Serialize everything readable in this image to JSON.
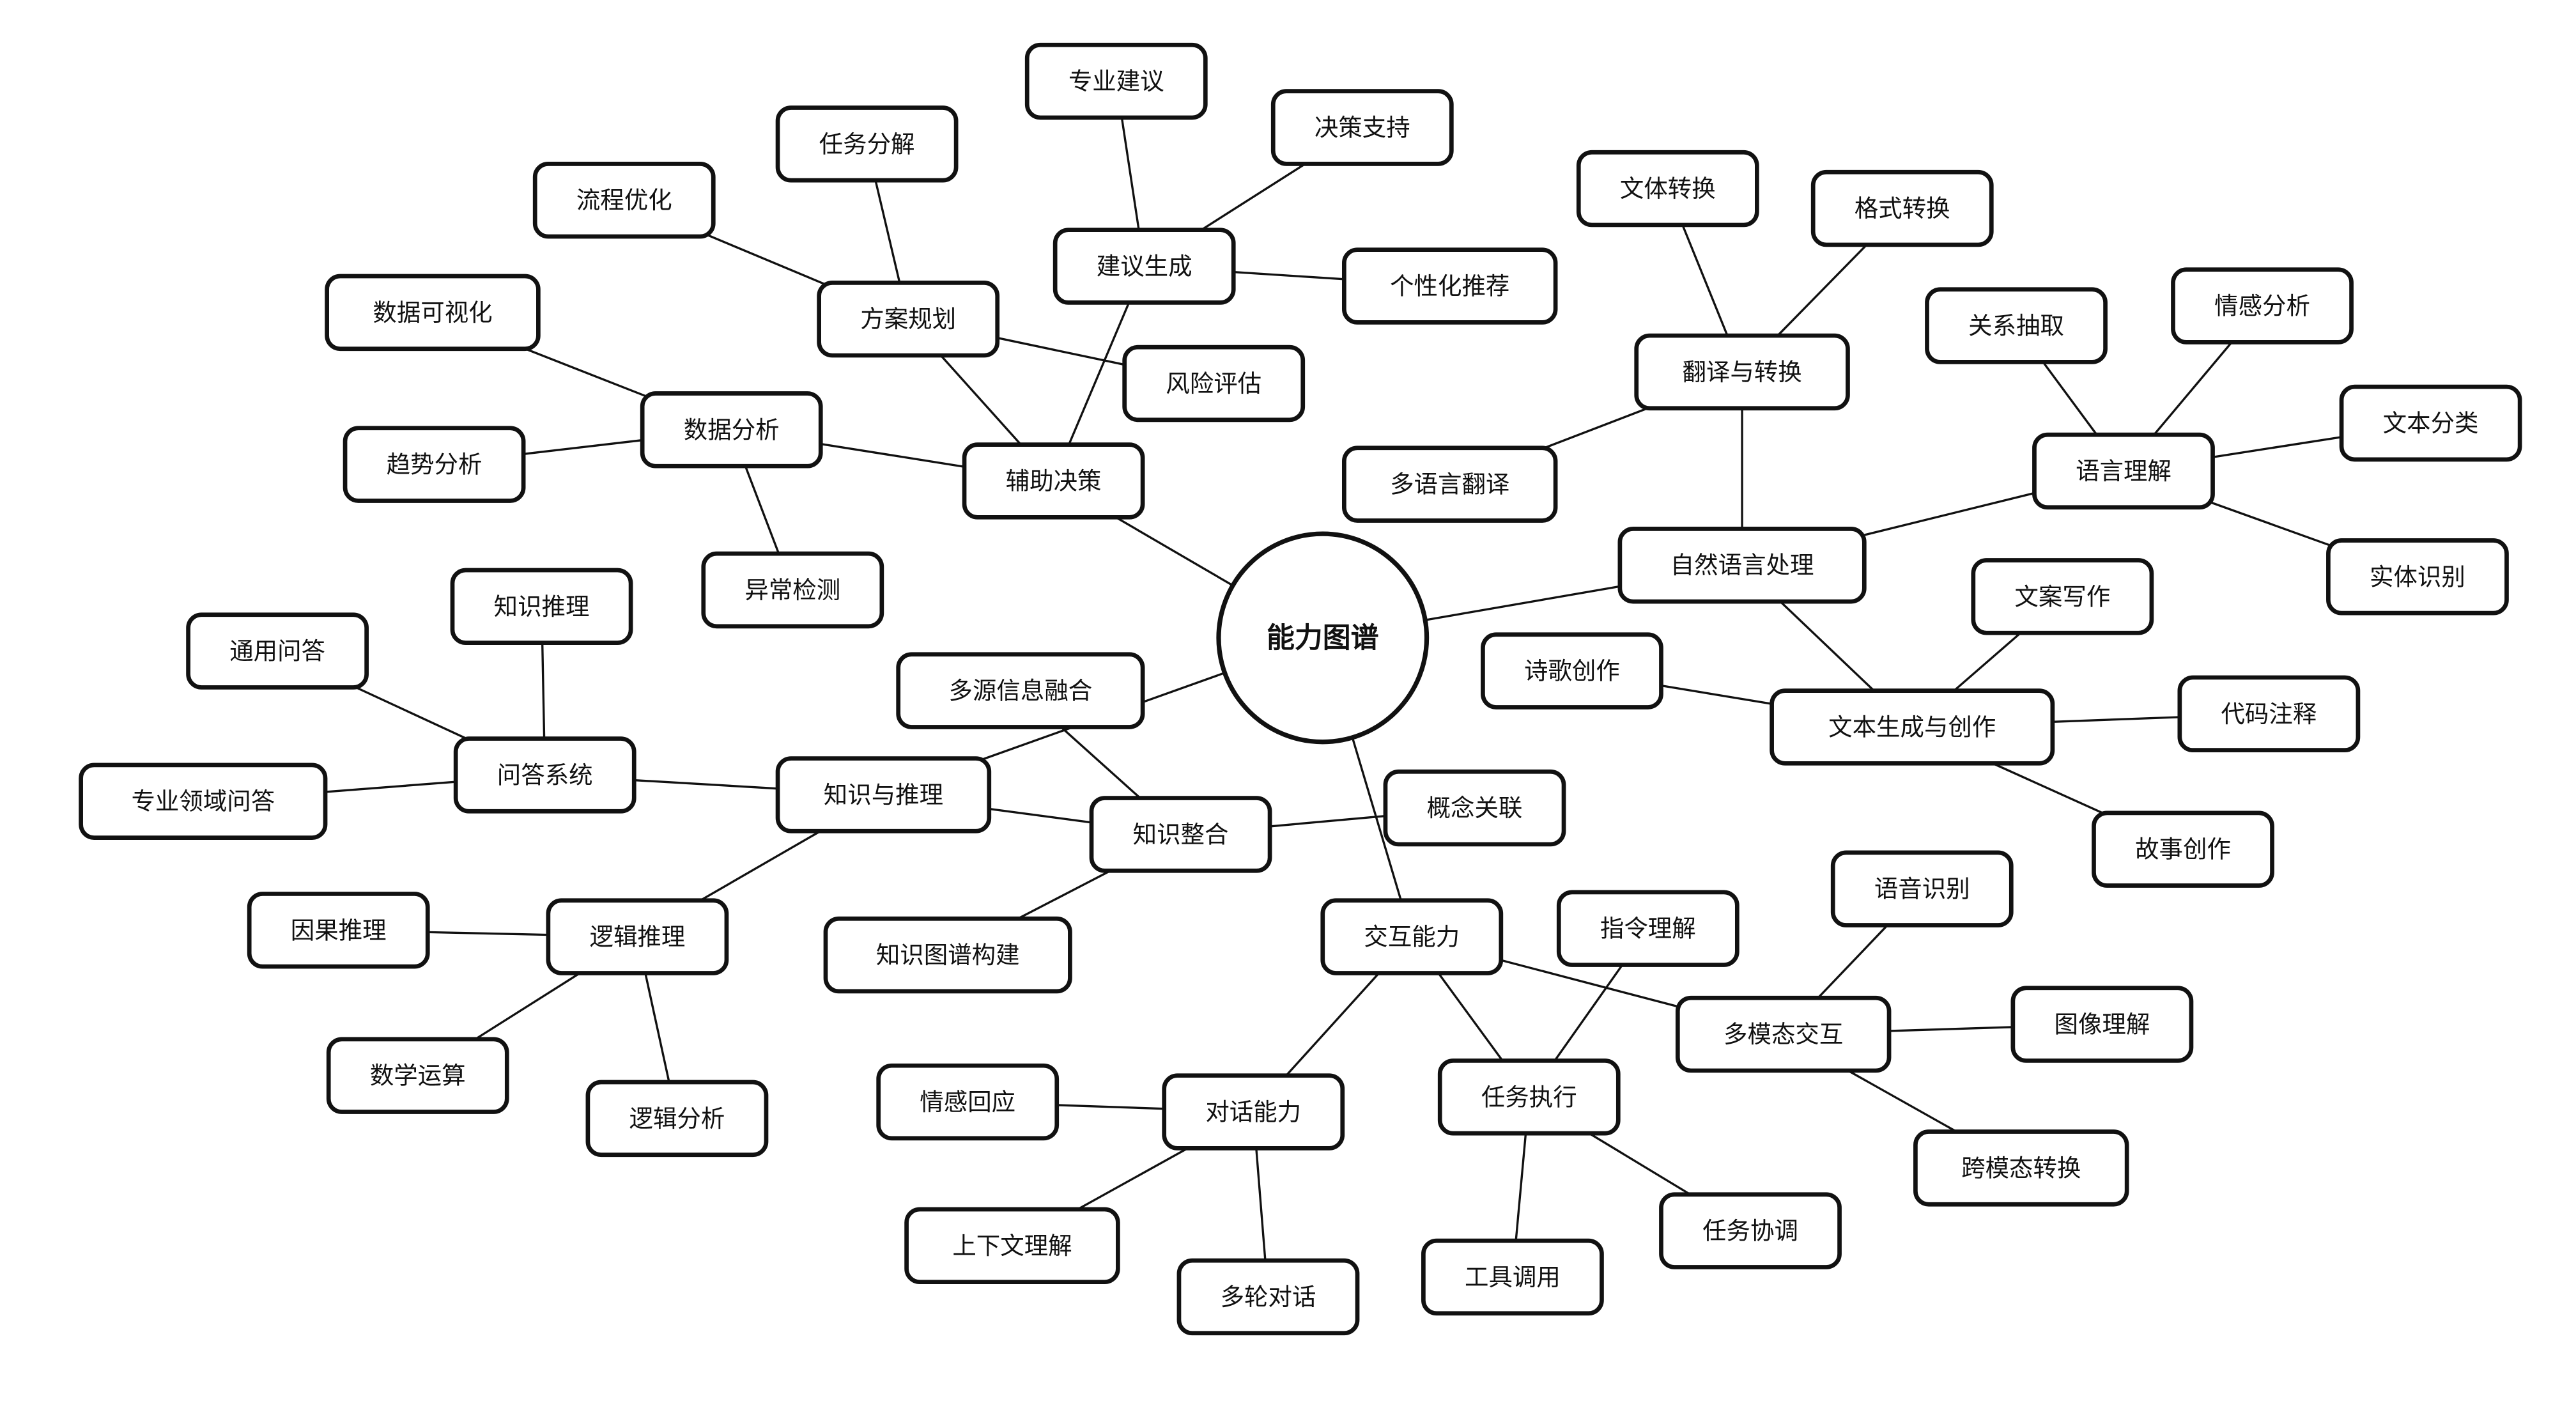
{
  "title": "能力图谱",
  "center": {
    "id": "root",
    "label": "能力图谱"
  },
  "nodes": [
    {
      "id": "fzjc",
      "label": "辅助决策"
    },
    {
      "id": "sjfx",
      "label": "数据分析"
    },
    {
      "id": "sjksh",
      "label": "数据可视化"
    },
    {
      "id": "qsfx",
      "label": "趋势分析"
    },
    {
      "id": "ycjc",
      "label": "异常检测"
    },
    {
      "id": "fagh",
      "label": "方案规划"
    },
    {
      "id": "lcyh",
      "label": "流程优化"
    },
    {
      "id": "rwfj",
      "label": "任务分解"
    },
    {
      "id": "fxpg",
      "label": "风险评估"
    },
    {
      "id": "jysc",
      "label": "建议生成"
    },
    {
      "id": "zyjy",
      "label": "专业建议"
    },
    {
      "id": "jczc",
      "label": "决策支持"
    },
    {
      "id": "gxhtj",
      "label": "个性化推荐"
    },
    {
      "id": "nlp",
      "label": "自然语言处理"
    },
    {
      "id": "fyzh",
      "label": "翻译与转换"
    },
    {
      "id": "wtzh",
      "label": "文体转换"
    },
    {
      "id": "gszh",
      "label": "格式转换"
    },
    {
      "id": "dyyfy",
      "label": "多语言翻译"
    },
    {
      "id": "yylj",
      "label": "语言理解"
    },
    {
      "id": "gxcq",
      "label": "关系抽取"
    },
    {
      "id": "qgfx",
      "label": "情感分析"
    },
    {
      "id": "wbfl",
      "label": "文本分类"
    },
    {
      "id": "stsb",
      "label": "实体识别"
    },
    {
      "id": "wbsc",
      "label": "文本生成与创作"
    },
    {
      "id": "waxz",
      "label": "文案写作"
    },
    {
      "id": "sgcz",
      "label": "诗歌创作"
    },
    {
      "id": "dmzs",
      "label": "代码注释"
    },
    {
      "id": "gscz",
      "label": "故事创作"
    },
    {
      "id": "zsyl",
      "label": "知识与推理"
    },
    {
      "id": "dyxxrh",
      "label": "多源信息融合"
    },
    {
      "id": "zszh",
      "label": "知识整合"
    },
    {
      "id": "gngl",
      "label": "概念关联"
    },
    {
      "id": "zstpgj",
      "label": "知识图谱构建"
    },
    {
      "id": "wdxt",
      "label": "问答系统"
    },
    {
      "id": "zstl",
      "label": "知识推理"
    },
    {
      "id": "tywd",
      "label": "通用问答"
    },
    {
      "id": "zylywd",
      "label": "专业领域问答"
    },
    {
      "id": "ljtl",
      "label": "逻辑推理"
    },
    {
      "id": "ygtl",
      "label": "因果推理"
    },
    {
      "id": "sxys",
      "label": "数学运算"
    },
    {
      "id": "ljfx",
      "label": "逻辑分析"
    },
    {
      "id": "jhnl",
      "label": "交互能力"
    },
    {
      "id": "zllj",
      "label": "指令理解"
    },
    {
      "id": "dmtjh",
      "label": "多模态交互"
    },
    {
      "id": "yysb",
      "label": "语音识别"
    },
    {
      "id": "txlj",
      "label": "图像理解"
    },
    {
      "id": "kmtzh",
      "label": "跨模态转换"
    },
    {
      "id": "rwzx",
      "label": "任务执行"
    },
    {
      "id": "rwxt",
      "label": "任务协调"
    },
    {
      "id": "gjdy",
      "label": "工具调用"
    },
    {
      "id": "dhnl",
      "label": "对话能力"
    },
    {
      "id": "qghy",
      "label": "情感回应"
    },
    {
      "id": "sxwlj",
      "label": "上下文理解"
    },
    {
      "id": "dldh",
      "label": "多轮对话"
    }
  ],
  "edges": [
    [
      "root",
      "fzjc"
    ],
    [
      "root",
      "nlp"
    ],
    [
      "root",
      "zsyl"
    ],
    [
      "root",
      "jhnl"
    ],
    [
      "fzjc",
      "sjfx"
    ],
    [
      "fzjc",
      "fagh"
    ],
    [
      "fzjc",
      "jysc"
    ],
    [
      "sjfx",
      "sjksh"
    ],
    [
      "sjfx",
      "qsfx"
    ],
    [
      "sjfx",
      "ycjc"
    ],
    [
      "fagh",
      "lcyh"
    ],
    [
      "fagh",
      "rwfj"
    ],
    [
      "fagh",
      "fxpg"
    ],
    [
      "jysc",
      "zyjy"
    ],
    [
      "jysc",
      "jczc"
    ],
    [
      "jysc",
      "gxhtj"
    ],
    [
      "nlp",
      "fyzh"
    ],
    [
      "nlp",
      "yylj"
    ],
    [
      "nlp",
      "wbsc"
    ],
    [
      "fyzh",
      "wtzh"
    ],
    [
      "fyzh",
      "gszh"
    ],
    [
      "fyzh",
      "dyyfy"
    ],
    [
      "yylj",
      "gxcq"
    ],
    [
      "yylj",
      "qgfx"
    ],
    [
      "yylj",
      "wbfl"
    ],
    [
      "yylj",
      "stsb"
    ],
    [
      "wbsc",
      "waxz"
    ],
    [
      "wbsc",
      "sgcz"
    ],
    [
      "wbsc",
      "dmzs"
    ],
    [
      "wbsc",
      "gscz"
    ],
    [
      "zsyl",
      "wdxt"
    ],
    [
      "zsyl",
      "ljtl"
    ],
    [
      "zsyl",
      "zszh"
    ],
    [
      "zszh",
      "dyxxrh"
    ],
    [
      "zszh",
      "gngl"
    ],
    [
      "zszh",
      "zstpgj"
    ],
    [
      "wdxt",
      "zstl"
    ],
    [
      "wdxt",
      "tywd"
    ],
    [
      "wdxt",
      "zylywd"
    ],
    [
      "ljtl",
      "ygtl"
    ],
    [
      "ljtl",
      "sxys"
    ],
    [
      "ljtl",
      "ljfx"
    ],
    [
      "jhnl",
      "dmtjh"
    ],
    [
      "jhnl",
      "rwzx"
    ],
    [
      "jhnl",
      "dhnl"
    ],
    [
      "dmtjh",
      "yysb"
    ],
    [
      "dmtjh",
      "txlj"
    ],
    [
      "dmtjh",
      "kmtzh"
    ],
    [
      "rwzx",
      "zllj"
    ],
    [
      "rwzx",
      "rwxt"
    ],
    [
      "rwzx",
      "gjdy"
    ],
    [
      "dhnl",
      "qghy"
    ],
    [
      "dhnl",
      "sxwlj"
    ],
    [
      "dhnl",
      "dldh"
    ]
  ]
}
